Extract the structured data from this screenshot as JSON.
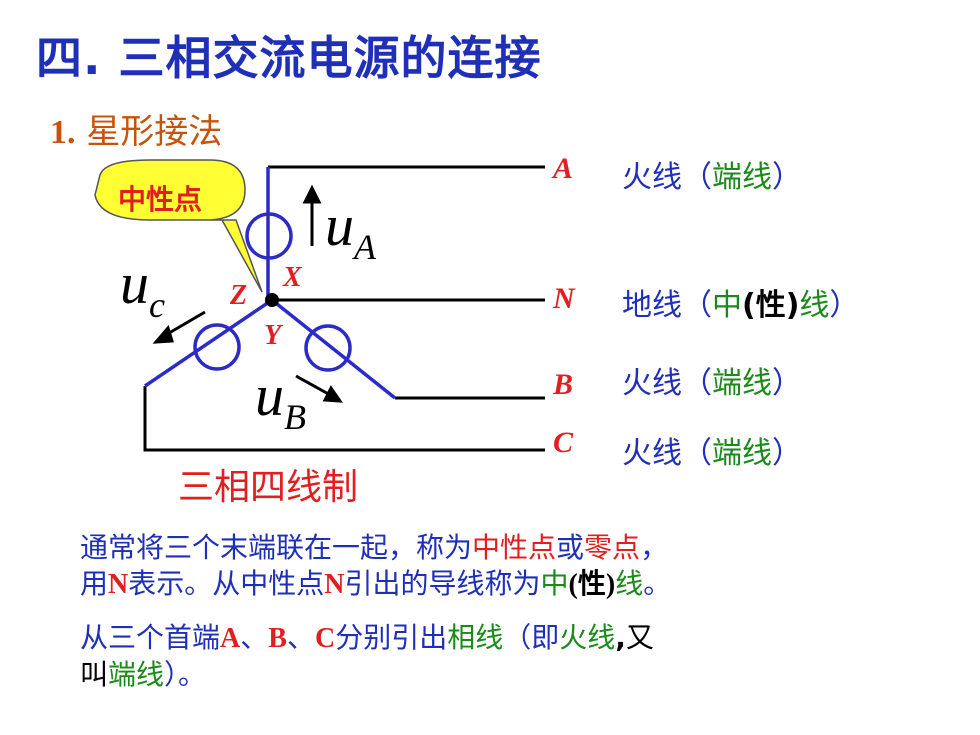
{
  "title": "四. 三相交流电源的连接",
  "subtitle": {
    "num": "1.",
    "text": "星形接法"
  },
  "bubble": "中性点",
  "node_labels": {
    "x": "X",
    "y": "Y",
    "z": "Z"
  },
  "voltages": {
    "ua": {
      "main": "u",
      "sub": "A"
    },
    "ub": {
      "main": "u",
      "sub": "B"
    },
    "uc": {
      "main": "u",
      "sub": "c"
    }
  },
  "lines": [
    {
      "id": "A",
      "desc1": "火线（",
      "desc2": "端线",
      "desc3": "）"
    },
    {
      "id": "N",
      "desc1": "地线（",
      "desc2": "中",
      "desc3": "(性)",
      "desc4": "线",
      "desc5": "）"
    },
    {
      "id": "B",
      "desc1": "火线（",
      "desc2": "端线",
      "desc3": "）"
    },
    {
      "id": "C",
      "desc1": "火线（",
      "desc2": "端线",
      "desc3": "）"
    }
  ],
  "system_label": "三相四线制",
  "paragraph1": {
    "p1": "通常将三个末端联在一起，称为",
    "p2": "中性点",
    "p3": "或",
    "p4": "零点",
    "p5": "，",
    "p6": "用",
    "p7": "N",
    "p8": "表示。从中性点",
    "p9": "N",
    "p10": "引出的导线称为",
    "p11": "中",
    "p12": "(性)",
    "p13": "线",
    "p14": "。"
  },
  "paragraph2": {
    "p1": "从三个首端",
    "p2": "A",
    "p3": "、",
    "p4": "B",
    "p5": "、",
    "p6": "C",
    "p7": "分别引出",
    "p8": "相线",
    "p9": "（即",
    "p10": "火线",
    "p11": ",",
    "p12": "又",
    "p13": "叫",
    "p14": "端线",
    "p15": "）。"
  }
}
